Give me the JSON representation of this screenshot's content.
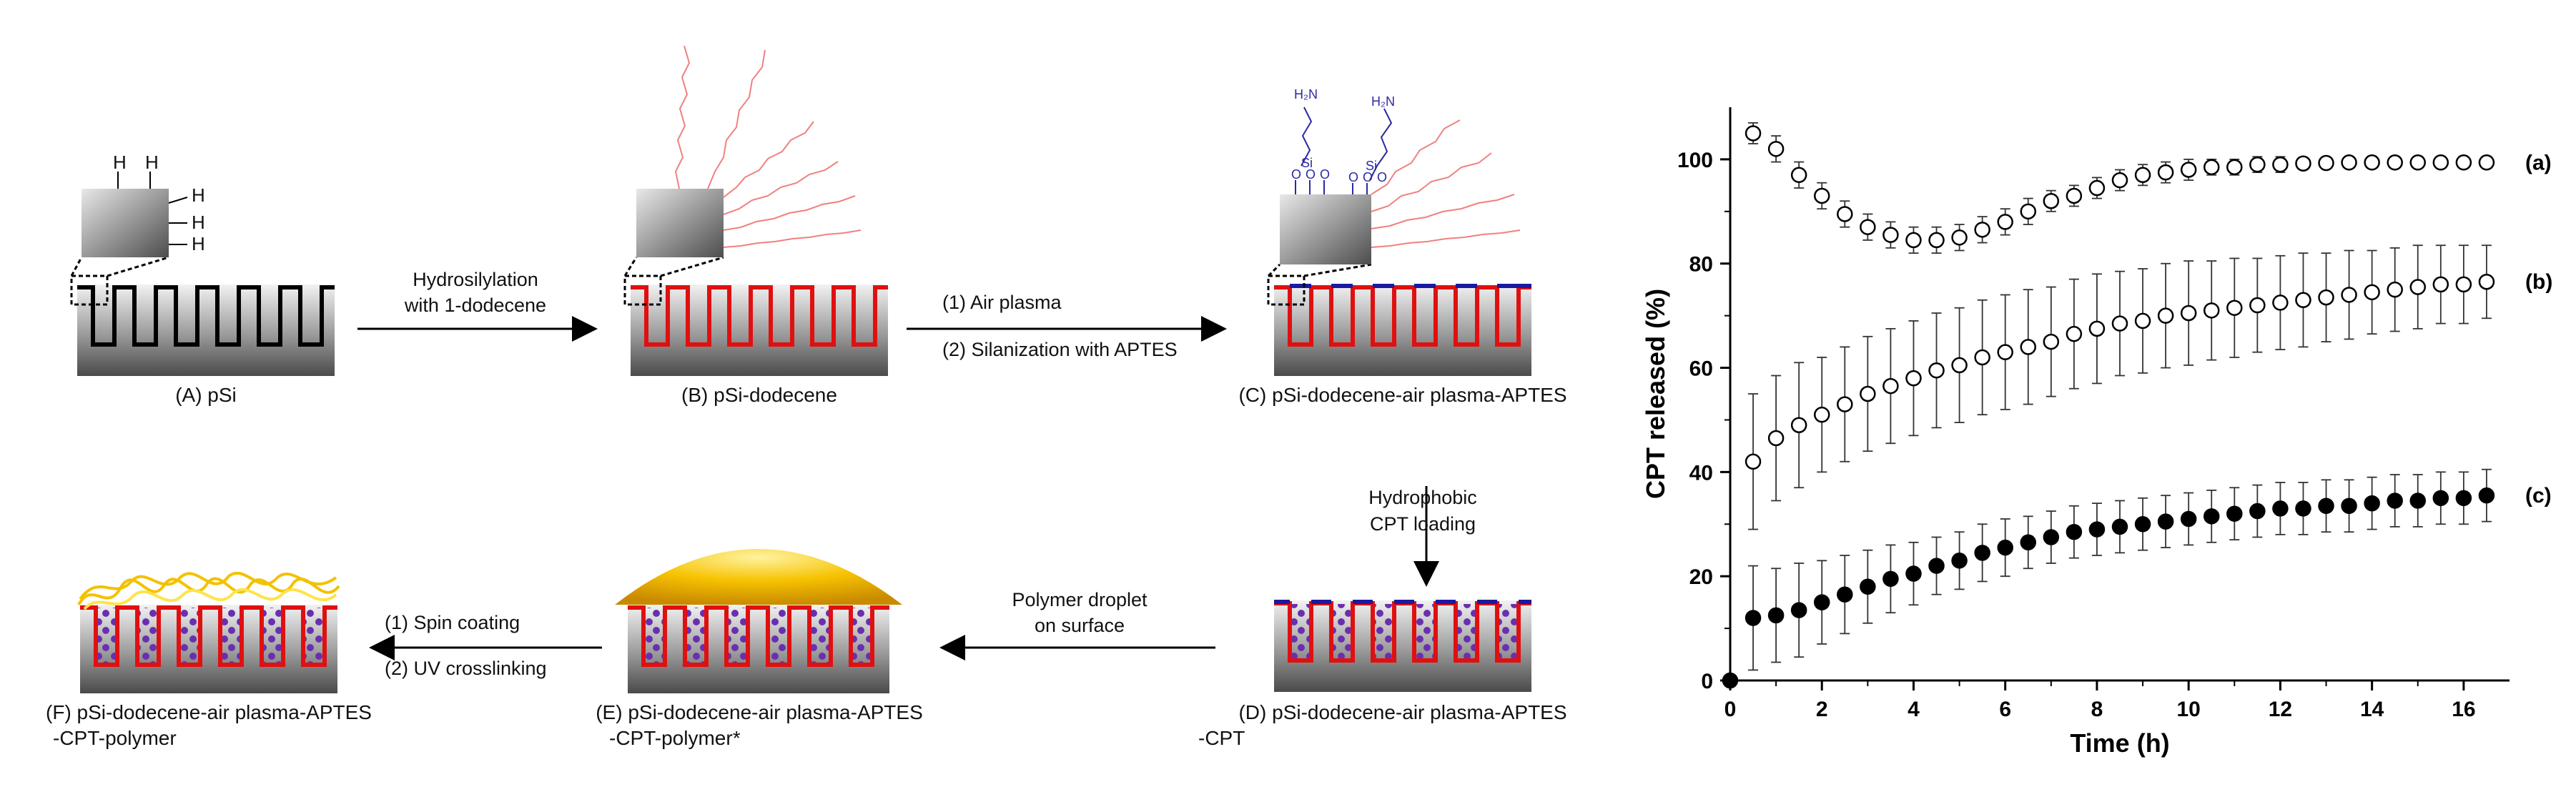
{
  "scheme": {
    "labels": {
      "a": "(A) pSi",
      "b": "(B) pSi-dodecene",
      "c": "(C) pSi-dodecene-air plasma-APTES",
      "d1": "(D) pSi-dodecene-air plasma-APTES",
      "d2": "-CPT",
      "e1": "(E) pSi-dodecene-air plasma-APTES",
      "e2": "-CPT-polymer*",
      "f1": "(F) pSi-dodecene-air plasma-APTES",
      "f2": "-CPT-polymer"
    },
    "arrows": {
      "ab1": "Hydrosilylation",
      "ab2": "with 1-dodecene",
      "bc1": "(1) Air plasma",
      "bc2": "(2) Silanization with APTES",
      "cd1": "Hydrophobic",
      "cd2": "CPT loading",
      "de1": "Polymer droplet",
      "de2": "on surface",
      "ef1": "(1) Spin coating",
      "ef2": "(2) UV crosslinking"
    },
    "chem": {
      "h": "H",
      "si": "Si",
      "o": "O",
      "nh2": "H₂N"
    }
  },
  "chart_data": {
    "type": "scatter",
    "xlabel": "Time (h)",
    "ylabel": "CPT released (%)",
    "xlim": [
      0,
      17
    ],
    "ylim": [
      0,
      110
    ],
    "xticks": [
      0,
      2,
      4,
      6,
      8,
      10,
      12,
      14,
      16
    ],
    "yticks": [
      0,
      20,
      40,
      60,
      80,
      100
    ],
    "grid": false,
    "series": [
      {
        "name": "(a)",
        "marker": "open-circle",
        "x": [
          0.5,
          1.0,
          1.5,
          2.0,
          2.5,
          3.0,
          3.5,
          4.0,
          4.5,
          5.0,
          5.5,
          6.0,
          6.5,
          7.0,
          7.5,
          8.0,
          8.5,
          9.0,
          9.5,
          10.0,
          10.5,
          11.0,
          11.5,
          12.0,
          12.5,
          13.0,
          13.5,
          14.0,
          14.5,
          15.0,
          15.5,
          16.0,
          16.5
        ],
        "y": [
          105,
          102,
          97,
          93,
          89.5,
          87,
          85.5,
          84.5,
          84.5,
          85,
          86.5,
          88,
          90,
          92,
          93,
          94.5,
          96,
          97,
          97.5,
          98,
          98.5,
          98.5,
          99,
          99,
          99.2,
          99.3,
          99.4,
          99.4,
          99.4,
          99.4,
          99.4,
          99.4,
          99.4
        ],
        "err": [
          2,
          2.5,
          2.5,
          2.5,
          2.5,
          2.5,
          2.5,
          2.5,
          2.5,
          2.5,
          2.5,
          2.5,
          2.5,
          2,
          2,
          2,
          2,
          2,
          2,
          2,
          1.5,
          1.5,
          1.5,
          1.5,
          1,
          1,
          1,
          1,
          1,
          1,
          1,
          1,
          1
        ]
      },
      {
        "name": "(b)",
        "marker": "open-circle",
        "x": [
          0.5,
          1.0,
          1.5,
          2.0,
          2.5,
          3.0,
          3.5,
          4.0,
          4.5,
          5.0,
          5.5,
          6.0,
          6.5,
          7.0,
          7.5,
          8.0,
          8.5,
          9.0,
          9.5,
          10.0,
          10.5,
          11.0,
          11.5,
          12.0,
          12.5,
          13.0,
          13.5,
          14.0,
          14.5,
          15.0,
          15.5,
          16.0,
          16.5
        ],
        "y": [
          42,
          46.5,
          49,
          51,
          53,
          55,
          56.5,
          58,
          59.5,
          60.5,
          62,
          63,
          64,
          65,
          66.5,
          67.5,
          68.5,
          69,
          70,
          70.5,
          71,
          71.5,
          72,
          72.5,
          73,
          73.5,
          74,
          74.5,
          75,
          75.5,
          76,
          76,
          76.5
        ],
        "err": [
          13,
          12,
          12,
          11,
          11,
          11,
          11,
          11,
          11,
          11,
          11,
          11,
          11,
          10.5,
          10.5,
          10.5,
          10,
          10,
          10,
          10,
          9.5,
          9.5,
          9,
          9,
          9,
          8.5,
          8.5,
          8,
          8,
          8,
          7.5,
          7.5,
          7
        ]
      },
      {
        "name": "(c)",
        "marker": "filled-circle",
        "x": [
          0,
          0.5,
          1.0,
          1.5,
          2.0,
          2.5,
          3.0,
          3.5,
          4.0,
          4.5,
          5.0,
          5.5,
          6.0,
          6.5,
          7.0,
          7.5,
          8.0,
          8.5,
          9.0,
          9.5,
          10.0,
          10.5,
          11.0,
          11.5,
          12.0,
          12.5,
          13.0,
          13.5,
          14.0,
          14.5,
          15.0,
          15.5,
          16.0,
          16.5
        ],
        "y": [
          0,
          12,
          12.5,
          13.5,
          15,
          16.5,
          18,
          19.5,
          20.5,
          22,
          23,
          24.5,
          25.5,
          26.5,
          27.5,
          28.5,
          29,
          29.5,
          30,
          30.5,
          31,
          31.5,
          32,
          32.5,
          33,
          33,
          33.5,
          33.5,
          34,
          34.5,
          34.5,
          35,
          35,
          35.5
        ],
        "err": [
          0,
          10,
          9,
          9,
          8,
          7.5,
          7,
          6.5,
          6,
          5.5,
          5.5,
          5.5,
          5.5,
          5,
          5,
          5,
          5,
          5,
          5,
          5,
          5,
          5,
          5,
          5,
          5,
          5,
          5,
          5,
          5,
          5,
          5,
          5,
          5,
          5
        ]
      }
    ]
  }
}
